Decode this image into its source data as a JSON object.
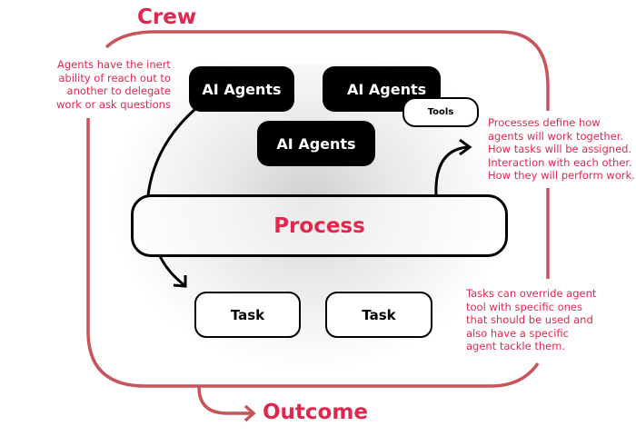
{
  "title": "Crew",
  "outcome": "Outcome",
  "agents": [
    "AI Agents",
    "AI Agents",
    "AI Agents"
  ],
  "tools": "Tools",
  "process": "Process",
  "tasks": [
    "Task",
    "Task"
  ],
  "notes": {
    "agents": "Agents have the inert\nability of reach out to\n  another to delegate\nwork or ask questions",
    "process": "Processes define how\nagents will work together.\nHow tasks will be assigned.\nInteraction with each other.\nHow they will perform work.",
    "tasks": "Tasks can override agent\ntool with specific ones\nthat should be used and\nalso have a specific\nagent tackle them."
  },
  "colors": {
    "accent": "#e0284f",
    "border": "#c8535a"
  }
}
